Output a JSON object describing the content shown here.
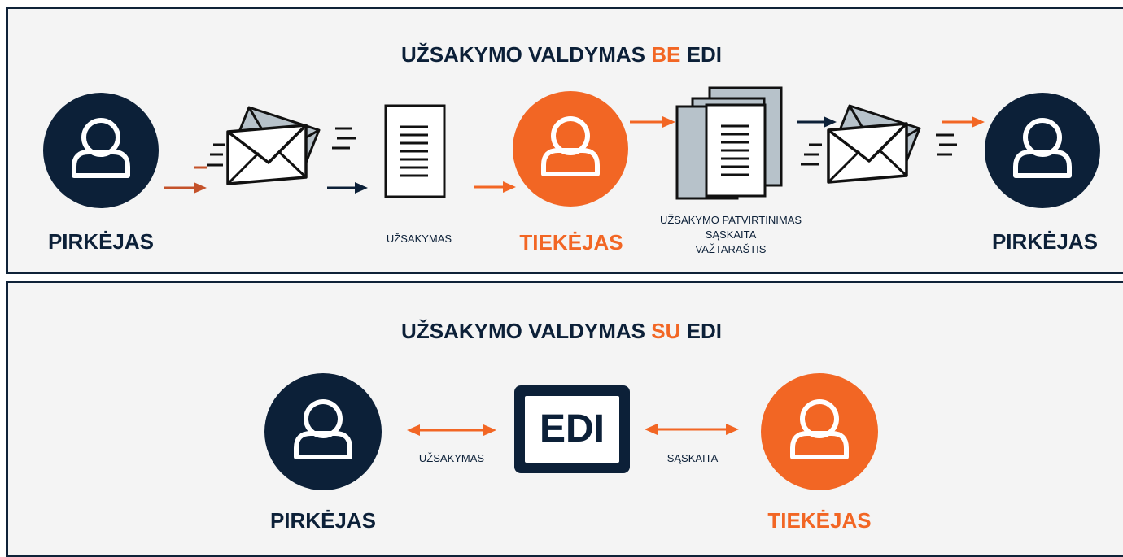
{
  "top": {
    "title_prefix": "UŽSAKYMO VALDYMAS ",
    "title_accent": "BE",
    "title_suffix": " EDI",
    "left_party": "PIRKĖJAS",
    "order_doc": "UŽSAKYMAS",
    "middle_party": "TIEKĖJAS",
    "docs_line1": "UŽSAKYMO PATVIRTINIMAS",
    "docs_line2": "SĄSKAITA",
    "docs_line3": "VAŽTARAŠTIS",
    "right_party": "PIRKĖJAS"
  },
  "bottom": {
    "title_prefix": "UŽSAKYMO VALDYMAS ",
    "title_accent": "SU",
    "title_suffix": " EDI",
    "left_party": "PIRKĖJAS",
    "left_flow": "UŽSAKYMAS",
    "center_box": "EDI",
    "right_flow": "SĄSKAITA",
    "right_party": "TIEKĖJAS"
  },
  "colors": {
    "navy": "#0c2038",
    "orange": "#f26624",
    "rust": "#c4522a",
    "panel_bg": "#f4f4f4"
  },
  "icons": [
    "user-icon",
    "envelope-icon",
    "document-icon",
    "document-stack-icon",
    "arrow-icon",
    "double-arrow-icon"
  ]
}
